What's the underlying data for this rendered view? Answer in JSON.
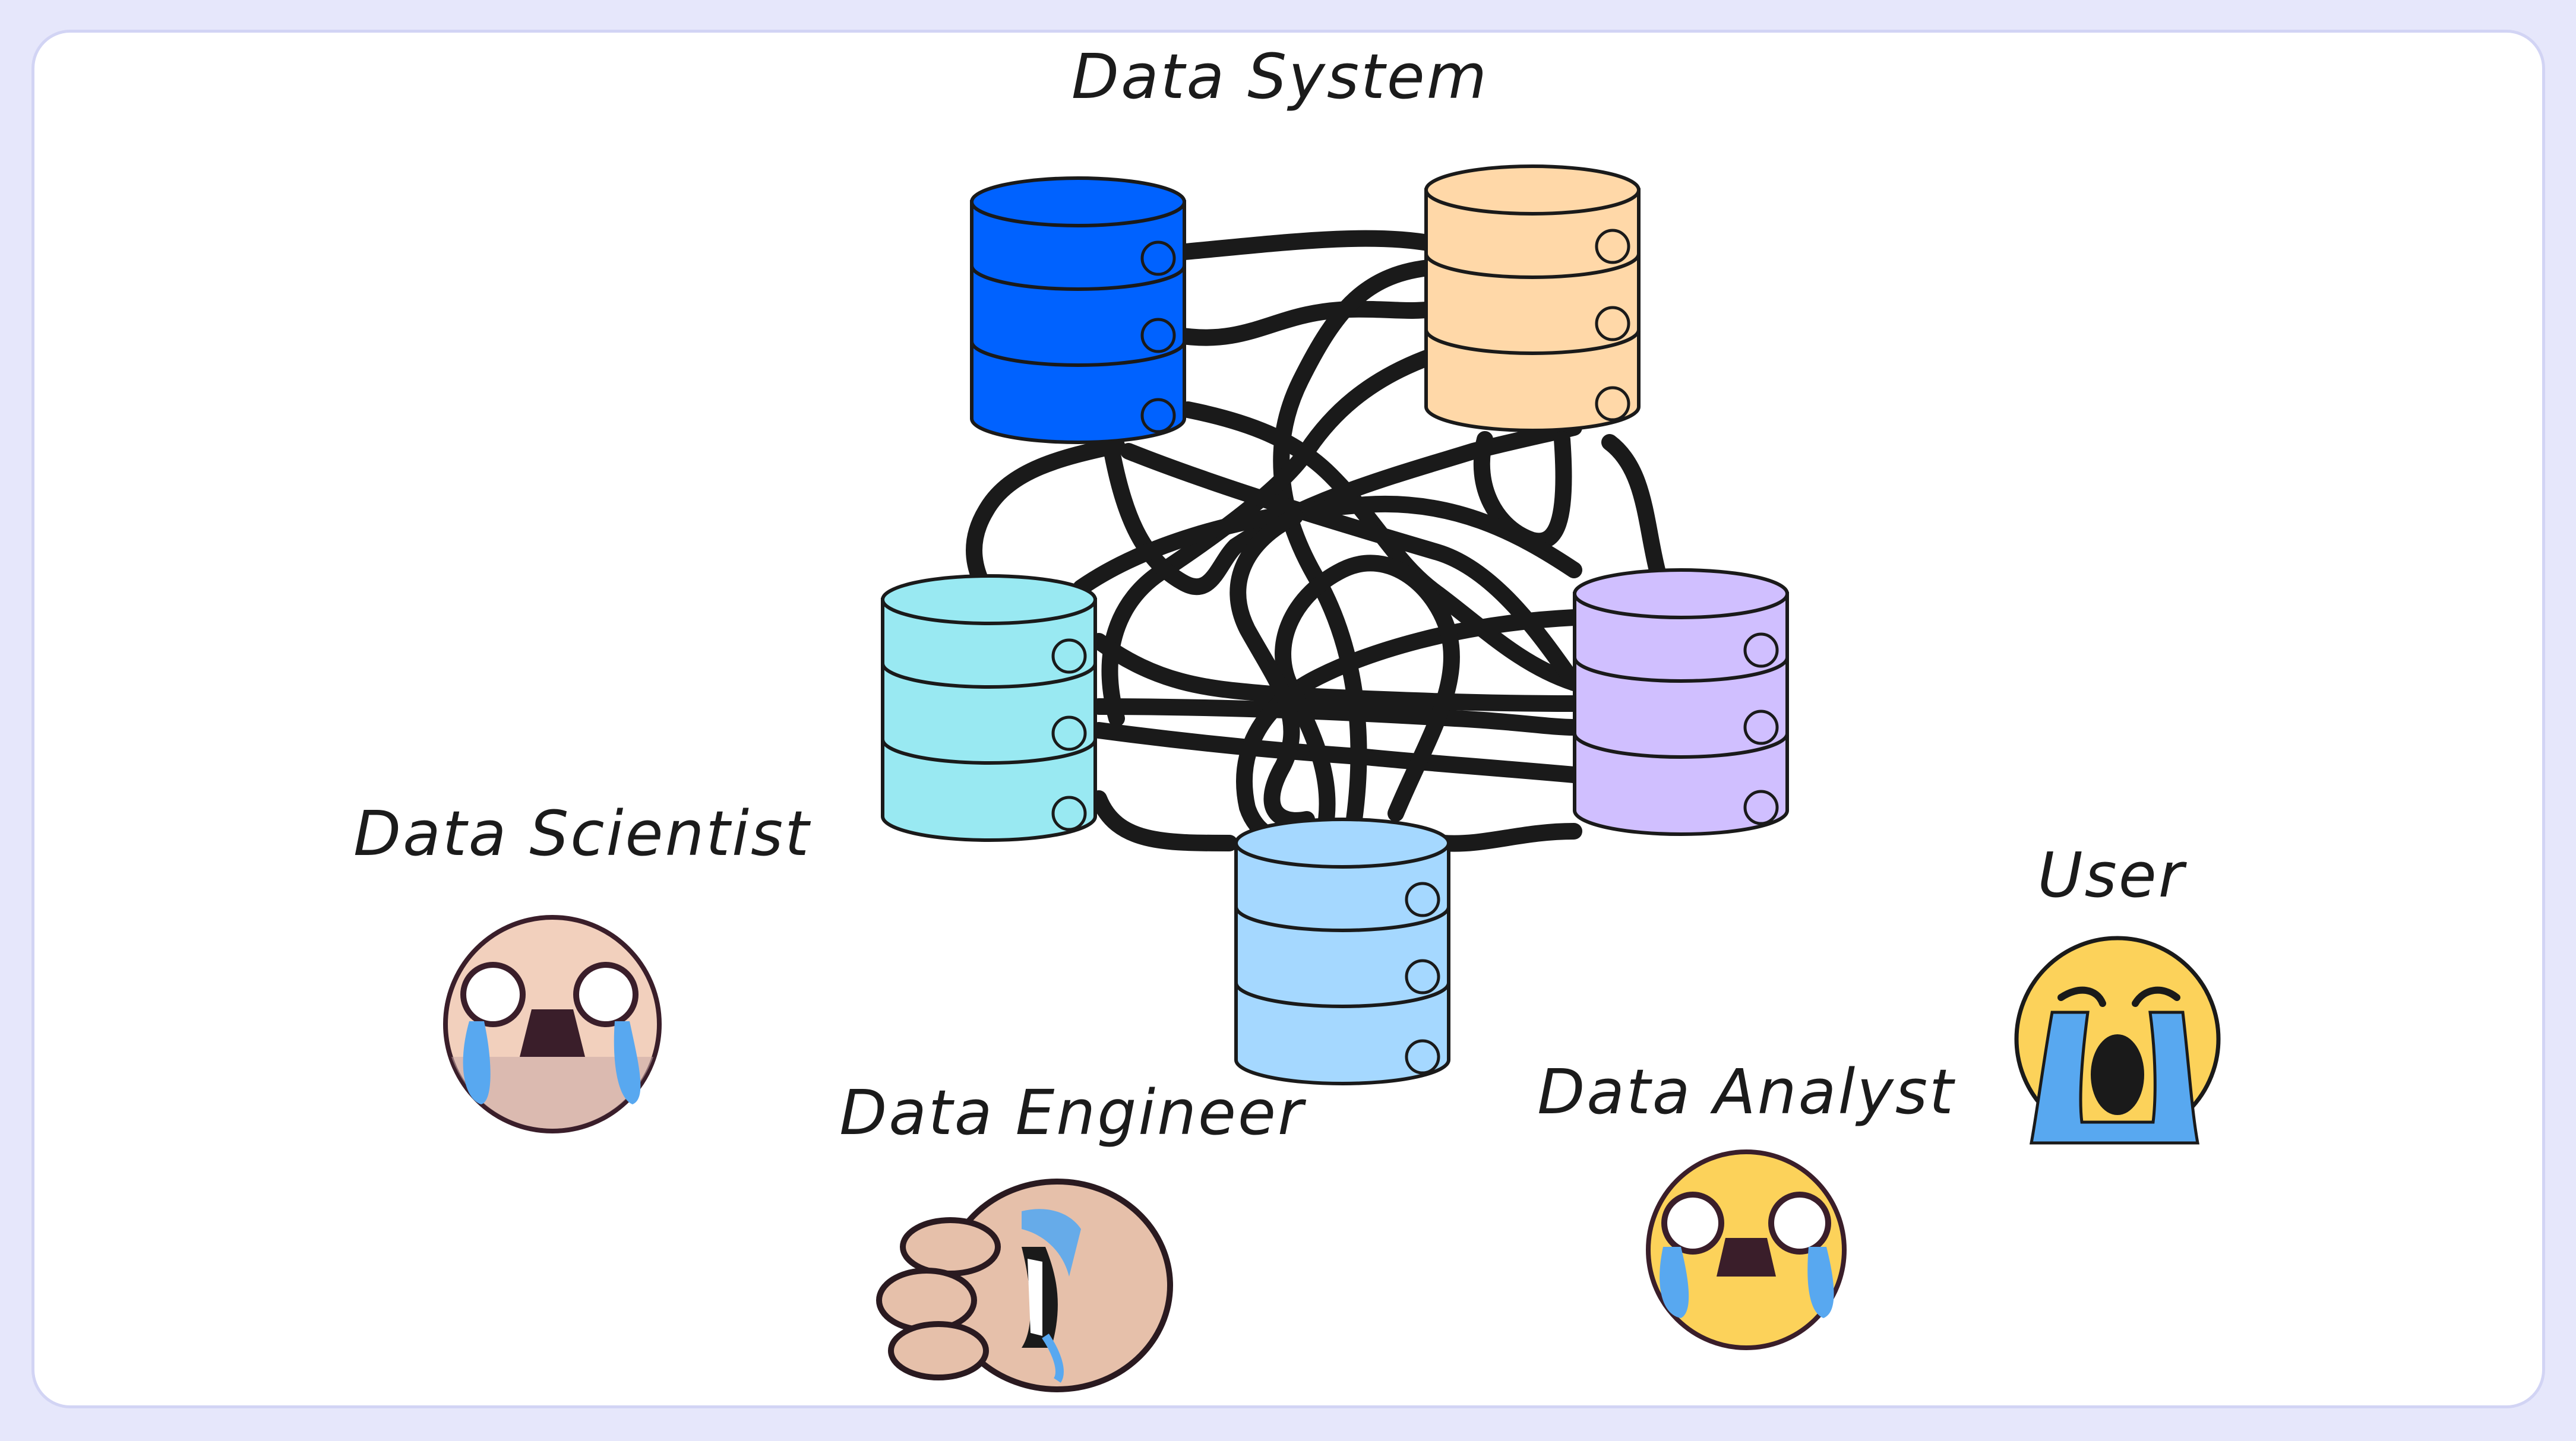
{
  "diagram": {
    "title": "Data System",
    "roles": {
      "data_scientist": "Data Scientist",
      "data_engineer": "Data Engineer",
      "data_analyst": "Data Analyst",
      "user": "User"
    }
  },
  "colors": {
    "db_blue": "#0062ff",
    "db_orange": "#ffd8a8",
    "db_cyan": "#99e9f2",
    "db_purple": "#d0bfff",
    "db_lightblue": "#a5d8ff",
    "face_skin": "#f2d0bd",
    "face_yellow": "#fcd25a",
    "tear_blue": "#58a8f0",
    "line": "#1a1a1a"
  }
}
